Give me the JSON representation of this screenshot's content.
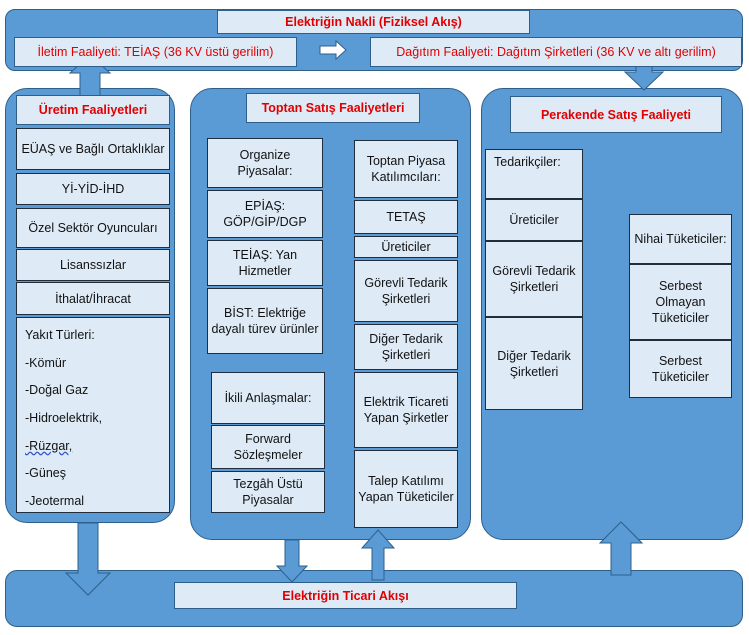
{
  "top": {
    "title": "Elektriğin Nakli (Fiziksel Akış)",
    "transmission": "İletim Faaliyeti: TEİAŞ (36 KV üstü gerilim)",
    "distribution": "Dağıtım Faaliyeti: Dağıtım Şirketleri (36 KV ve altı gerilim)"
  },
  "production": {
    "title": "Üretim Faaliyetleri",
    "items": [
      "EÜAŞ ve Bağlı Ortaklıklar",
      "Yİ-YİD-İHD",
      "Özel Sektör Oyuncuları",
      "Lisanssızlar",
      "İthalat/İhracat"
    ],
    "fuel_title": "Yakıt Türleri:",
    "fuels": [
      "-Kömür",
      "-Doğal Gaz",
      "-Hidroelektrik,",
      "-Rüzgar,",
      "-Güneş",
      "-Jeotermal"
    ]
  },
  "wholesale": {
    "title": "Toptan Satış Faaliyetleri",
    "organized_title": "Organize Piyasalar:",
    "organized": [
      "EPİAŞ: GÖP/GİP/DGP",
      "TEİAŞ: Yan Hizmetler",
      "BİST: Elektriğe dayalı türev ürünler"
    ],
    "bilateral_title": "İkili Anlaşmalar:",
    "bilateral": [
      "Forward Sözleşmeler",
      "Tezgâh Üstü Piyasalar"
    ],
    "participants_title": "Toptan Piyasa Katılımcıları:",
    "participants": [
      "TETAŞ",
      "Üreticiler",
      "Görevli Tedarik Şirketleri",
      "Diğer Tedarik Şirketleri",
      "Elektrik Ticareti Yapan Şirketler",
      "Talep Katılımı Yapan Tüketiciler"
    ]
  },
  "retail": {
    "title": "Perakende Satış Faaliyeti",
    "suppliers_title": "Tedarikçiler:",
    "suppliers": [
      "Üreticiler",
      "Görevli Tedarik Şirketleri",
      "Diğer Tedarik Şirketleri"
    ],
    "consumers_title": "Nihai Tüketiciler:",
    "consumers": [
      "Serbest Olmayan Tüketiciler",
      "Serbest Tüketiciler"
    ]
  },
  "bottom": {
    "title": "Elektriğin Ticari Akışı"
  },
  "colors": {
    "panel": "#5b9bd5",
    "box": "#deebf7",
    "title": "#e00000"
  }
}
